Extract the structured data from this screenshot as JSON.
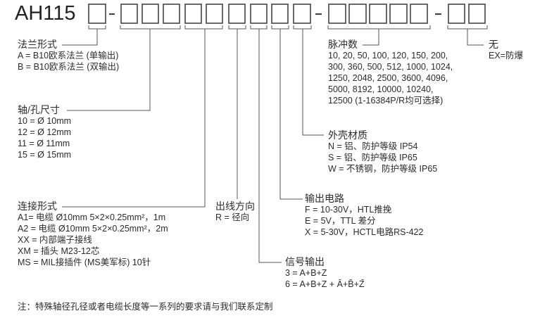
{
  "model": "AH115",
  "sections": {
    "flange": {
      "title": "法兰形式",
      "options": [
        "A = B10欧系法兰 (单输出)",
        "B = B10欧系法兰 (双输出)"
      ]
    },
    "shaft": {
      "title": "轴/孔尺寸",
      "options": [
        "10 = Ø 10mm",
        "12 = Ø 12mm",
        "11 = Ø 11mm",
        "15 = Ø 15mm"
      ]
    },
    "connection": {
      "title": "连接形式",
      "options": [
        "A1= 电缆 Ø10mm 5×2×0.25mm²，1m",
        "A2 = 电缆 Ø10mm 5×2×0.25mm²，2m",
        "XX = 内部端子接线",
        "XM = 插头 M23-12芯",
        "MS = MIL接插件 (MS美军标) 10针"
      ]
    },
    "outlet": {
      "title": "出线方向",
      "options": [
        "R = 径向"
      ]
    },
    "signal": {
      "title": "信号输出",
      "options": [
        "3 = A+B+Z",
        "6 = A+B+Z + Ā+B̄+Z̄"
      ]
    },
    "circuit": {
      "title": "输出电路",
      "options": [
        "F = 10-30V，HTL推挽",
        "E = 5V，TTL 差分",
        "X = 5-30V，HCTL电路RS-422"
      ]
    },
    "housing": {
      "title": "外壳材质",
      "options": [
        "N = 铝、防护等级 IP54",
        "S = 铝、防护等级 IP65",
        "W = 不锈钢，防护等级 IP65"
      ]
    },
    "pulses": {
      "title": "脉冲数",
      "options": [
        "10, 20, 50, 100, 120, 150, 200,",
        "300, 360, 500, 512, 1000, 1024,",
        "1250, 2048, 2500, 3600, 4096,",
        "5000, 8192, 10000, 10240,",
        "12500 (1-16384P/R均可选择)"
      ]
    },
    "explosion": {
      "title": "无",
      "options": [
        "EX=防爆"
      ]
    }
  },
  "footnote": "注：特殊轴径孔径或者电缆长度等一系列的要求请与我们联系定制"
}
